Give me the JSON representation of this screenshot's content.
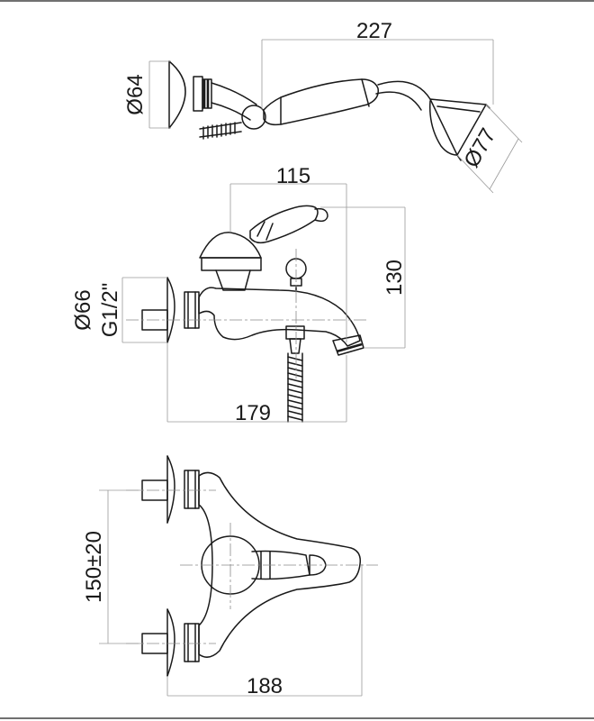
{
  "dimensions": {
    "shower_length": "227",
    "shower_mount_diameter": "Ø64",
    "shower_head_diameter": "Ø77",
    "body_width": "115",
    "body_height": "130",
    "flange_diameter": "Ø66",
    "thread_size": "G1/2\"",
    "spout_length": "179",
    "inlet_spacing": "150±20",
    "top_view_width": "188"
  }
}
